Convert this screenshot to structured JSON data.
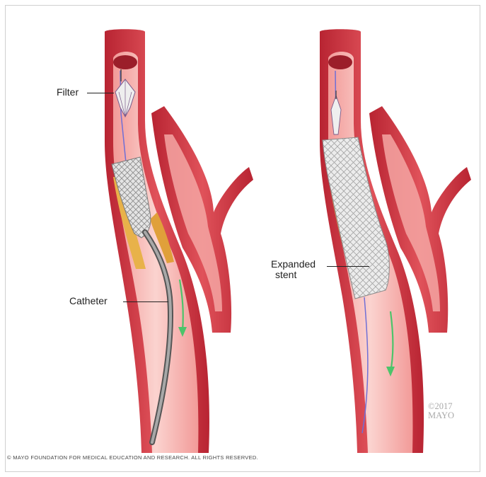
{
  "labels": {
    "filter": "Filter",
    "catheter": "Catheter",
    "expanded_stent_line1": "Expanded",
    "expanded_stent_line2": "stent"
  },
  "copyright": "© MAYO FOUNDATION FOR MEDICAL EDUCATION AND RESEARCH. ALL RIGHTS RESERVED.",
  "watermark": {
    "year": "©2017",
    "org": "MAYO"
  },
  "colors": {
    "artery_wall": "#c8333e",
    "artery_lumen": "#f6b3b0",
    "plaque": "#e8b24a",
    "stent": "#d7d7d7",
    "catheter": "#8a8a8a",
    "flow_arrow": "#4cc46a",
    "guidewire": "#6f6fd6"
  }
}
